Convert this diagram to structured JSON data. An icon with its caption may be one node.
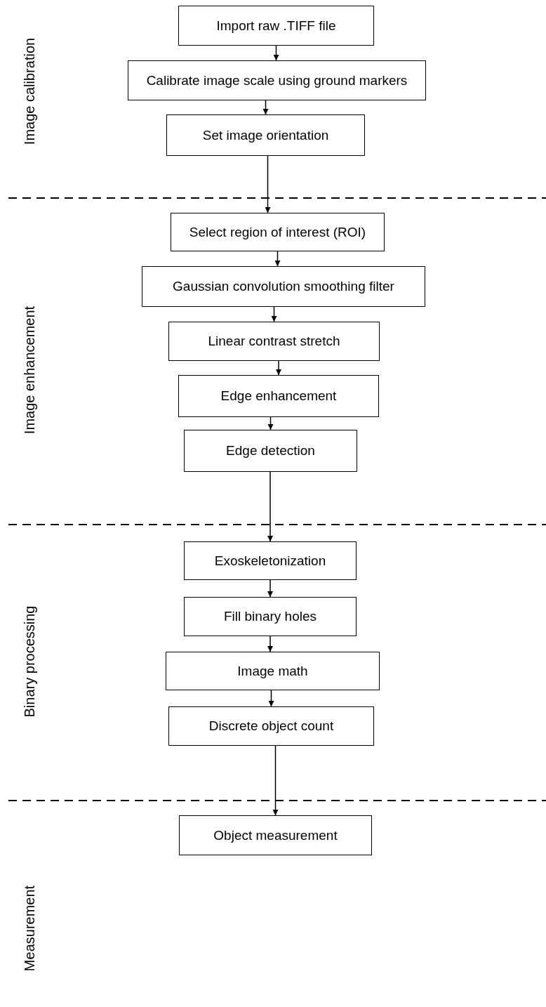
{
  "diagram": {
    "nodes": [
      {
        "text": [
          "Import raw .TIFF file"
        ]
      },
      {
        "text": [
          "Calibrate image scale using ground markers"
        ]
      },
      {
        "text": [
          "Set image orientation"
        ]
      },
      {
        "text": [
          "Select region of interest (ROI)"
        ]
      },
      {
        "text": [
          "Gaussian convolution smoothing filter"
        ]
      },
      {
        "text": [
          "Linear contrast stretch"
        ]
      },
      {
        "text": [
          "Edge enhancement"
        ]
      },
      {
        "text": [
          "Edge detection"
        ]
      },
      {
        "text": [
          "Exoskeletonization"
        ]
      },
      {
        "text": [
          "Fill binary holes"
        ]
      },
      {
        "text": [
          "Image math"
        ]
      },
      {
        "text": [
          "Discrete object count"
        ]
      },
      {
        "text": [
          "Object measurement"
        ]
      }
    ],
    "edges": [
      {
        "from": 0,
        "to": 1,
        "arrow": "to"
      },
      {
        "from": 1,
        "to": 2,
        "arrow": "to"
      },
      {
        "from": 2,
        "to": 3,
        "arrow": "to"
      },
      {
        "from": 3,
        "to": 4,
        "arrow": "to"
      },
      {
        "from": 4,
        "to": 5,
        "arrow": "to"
      },
      {
        "from": 5,
        "to": 6,
        "arrow": "to"
      },
      {
        "from": 6,
        "to": 7,
        "arrow": "to"
      },
      {
        "from": 7,
        "to": 8,
        "arrow": "to"
      },
      {
        "from": 8,
        "to": 9,
        "arrow": "to"
      },
      {
        "from": 9,
        "to": 10,
        "arrow": "to"
      },
      {
        "from": 10,
        "to": 11,
        "arrow": "to"
      },
      {
        "from": 11,
        "to": 12,
        "arrow": "to"
      }
    ],
    "labels": [
      "Image calibration",
      "Image enhancement",
      "Binary processing",
      "Measurement"
    ]
  }
}
